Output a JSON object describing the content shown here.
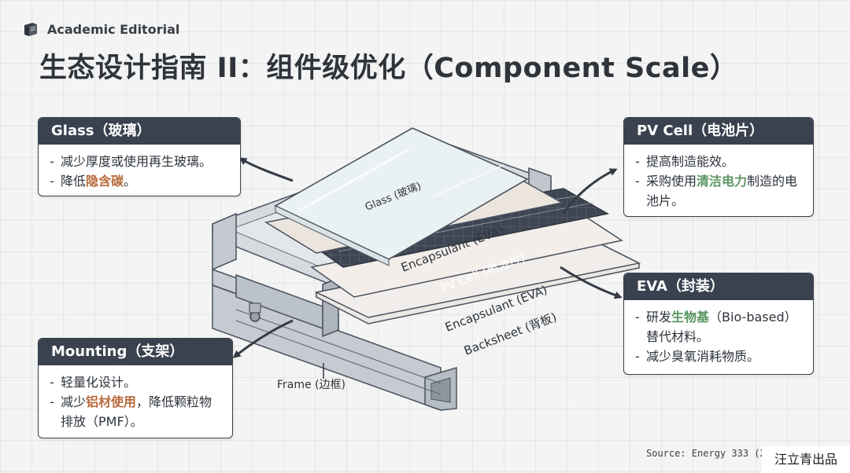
{
  "brand": {
    "name": "Academic Editorial",
    "icon": "book-stack-icon"
  },
  "title": "生态设计指南 II：组件级优化（Component Scale）",
  "diagram": {
    "labels": {
      "glass": "Glass (玻璃)",
      "encap_top": "Encapsulant (EVA)",
      "pv_cell": "PV Cell (电池片)",
      "encap_bottom": "Encapsulant (EVA)",
      "backsheet": "Backsheet (背板)",
      "frame": "Frame (边框)"
    }
  },
  "cards": {
    "glass": {
      "title": "Glass（玻璃）",
      "line1": "减少厚度或使用再生玻璃。",
      "line2_pre": "降低",
      "line2_hl": "隐含碳",
      "line2_post": "。"
    },
    "pv": {
      "title": "PV Cell（电池片）",
      "line1": "提高制造能效。",
      "line2_pre": "采购使用",
      "line2_hl": "清洁电力",
      "line2_post": "制造的电池片。"
    },
    "eva": {
      "title": "EVA（封装）",
      "line1_pre": "研发",
      "line1_hl": "生物基",
      "line1_post": "（Bio-based）替代材料。",
      "line2": "减少臭氧消耗物质。"
    },
    "mounting": {
      "title": "Mounting（支架）",
      "line1": "轻量化设计。",
      "line2_pre": "减少",
      "line2_hl": "铝材使用",
      "line2_post": "，降低颗粒物排放（PMF）。"
    }
  },
  "source": "Source: Energy 333 (2",
  "watermark": "汪立青出品",
  "colors": {
    "card_header": "#3a4250",
    "highlight_brown": "#b86b3d",
    "highlight_green": "#5a9660",
    "backsheet": "#ebe7e3",
    "pv_cell": "#3f4653",
    "frame": "#cfd3d8",
    "glass": "#eaf1f2"
  }
}
